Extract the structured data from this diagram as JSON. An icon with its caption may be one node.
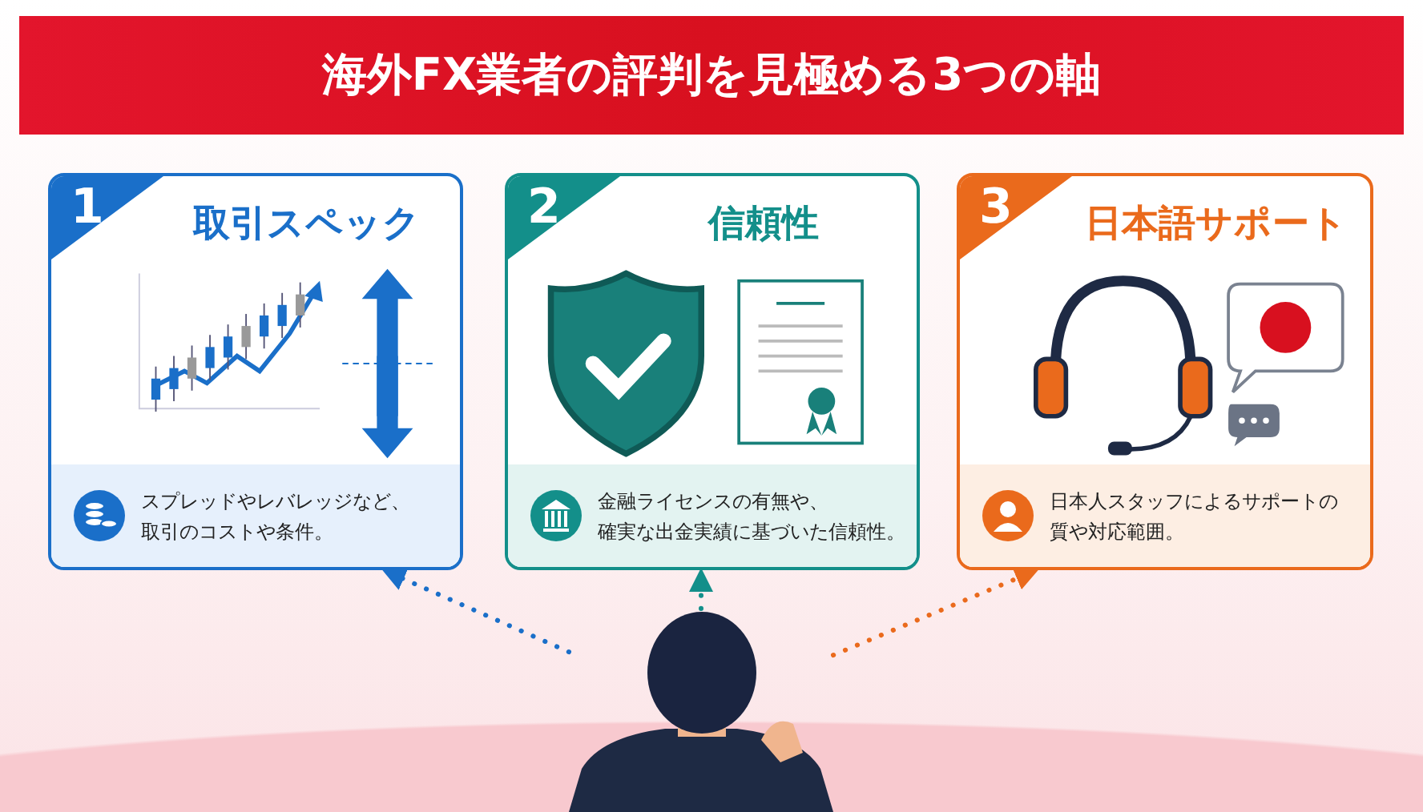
{
  "diagram": {
    "title": "海外FX業者の評判を見極める3つの軸",
    "nodes": [
      {
        "text": [
          "1",
          "取引スペック",
          "スプレッドやレバレッジなど、取引のコストや条件。"
        ]
      },
      {
        "text": [
          "2",
          "信頼性",
          "金融ライセンスの有無や、確実な出金実績に基づいた信頼性。"
        ]
      },
      {
        "text": [
          "3",
          "日本語サポート",
          "日本人スタッフによるサポートの質や対応範囲。"
        ]
      },
      {
        "text": [],
        "shape": "person"
      }
    ],
    "edges": [
      {
        "from": 3,
        "to": 0,
        "arrow": "to",
        "style": "dashed",
        "color": "#1a6fc9"
      },
      {
        "from": 3,
        "to": 1,
        "arrow": "to",
        "style": "dashed",
        "color": "#138f8a"
      },
      {
        "from": 3,
        "to": 2,
        "arrow": "to",
        "style": "dashed",
        "color": "#ea6a1c"
      }
    ]
  }
}
